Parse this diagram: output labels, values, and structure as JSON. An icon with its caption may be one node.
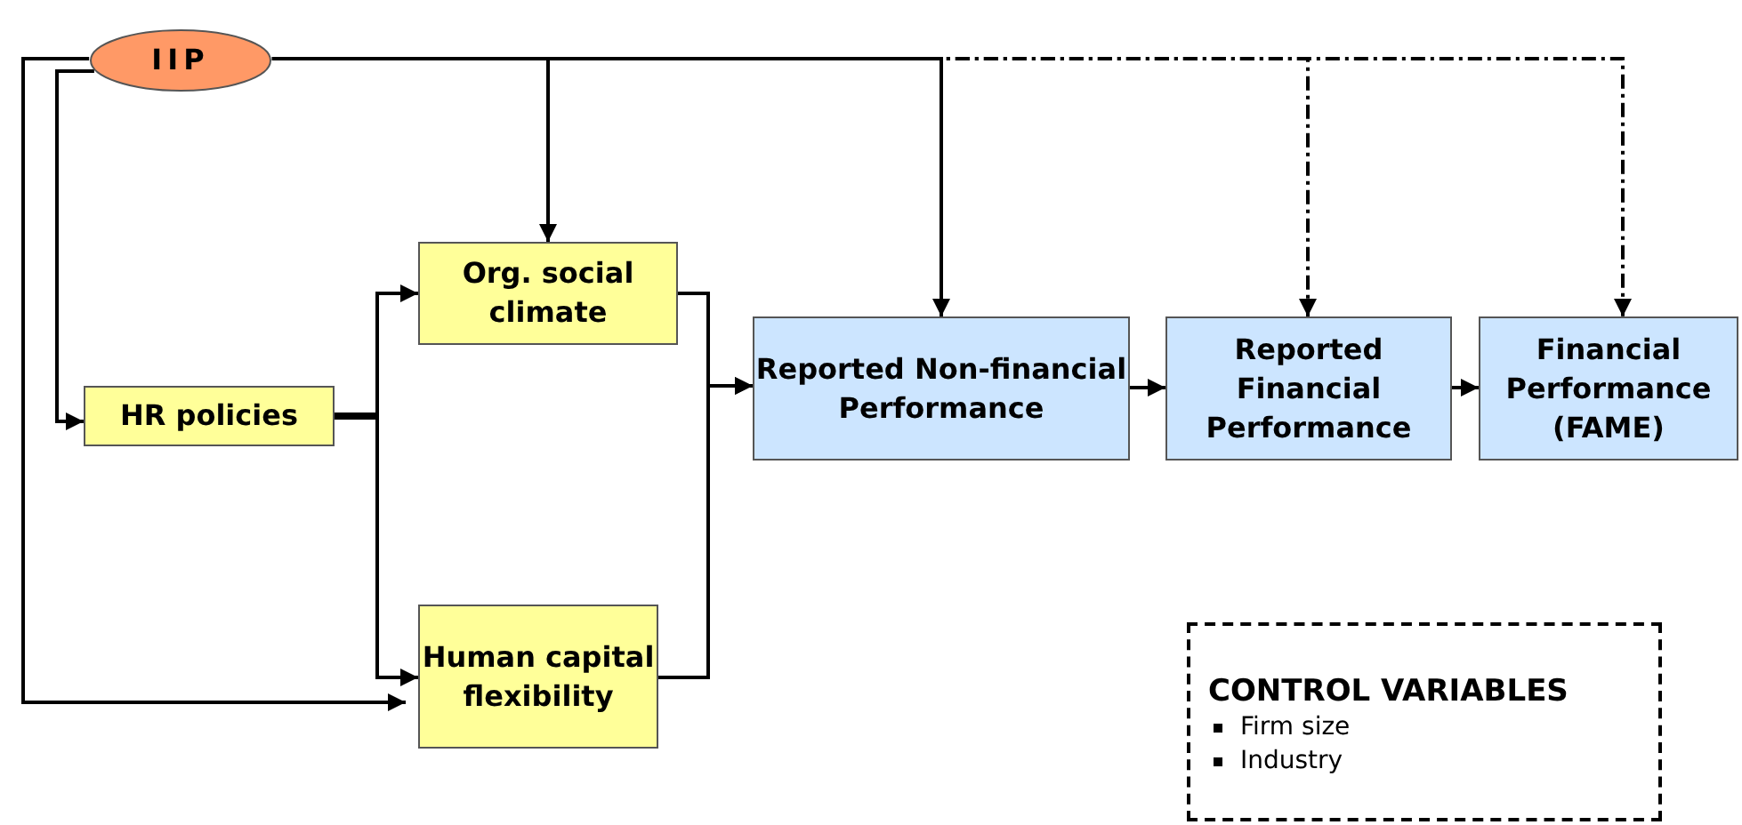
{
  "diagram": {
    "nodes": [
      {
        "text": [
          "IIP"
        ]
      },
      {
        "text": [
          "Org. social climate"
        ]
      },
      {
        "text": [
          "HR policies"
        ]
      },
      {
        "text": [
          "Human capital flexibility"
        ]
      },
      {
        "text": [
          "Reported Non-financial Performance"
        ]
      },
      {
        "text": [
          "Reported Financial Performance"
        ]
      },
      {
        "text": [
          "Financial Performance (FAME)"
        ]
      },
      {
        "text": [
          "CONTROL VARIABLES",
          "Firm size",
          "Industry"
        ]
      }
    ],
    "edges": [
      {
        "from": 0,
        "to": 1,
        "arrow": "to"
      },
      {
        "from": 0,
        "to": 4,
        "arrow": "to"
      },
      {
        "from": 0,
        "to": 5,
        "arrow": "to",
        "style": "dashed"
      },
      {
        "from": 0,
        "to": 6,
        "arrow": "to",
        "style": "dashed"
      },
      {
        "from": 0,
        "to": 2,
        "arrow": "to"
      },
      {
        "from": 0,
        "to": 3,
        "arrow": "to"
      },
      {
        "from": 2,
        "to": 1,
        "arrow": "to"
      },
      {
        "from": 2,
        "to": 3,
        "arrow": "to"
      },
      {
        "from": 1,
        "to": 4,
        "arrow": "to"
      },
      {
        "from": 3,
        "to": 4,
        "arrow": "to"
      },
      {
        "from": 4,
        "to": 5,
        "arrow": "to"
      },
      {
        "from": 5,
        "to": 6,
        "arrow": "to"
      }
    ]
  }
}
